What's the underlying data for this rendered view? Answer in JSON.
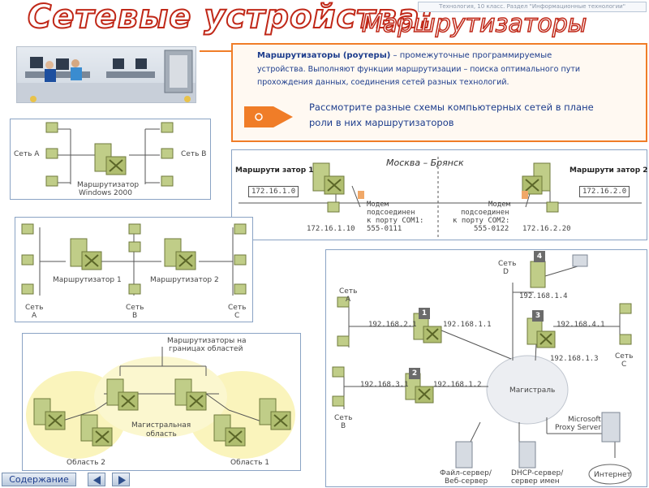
{
  "header": {
    "title": "Сетевые устройства:",
    "subtitle": "Маршрутизаторы",
    "course": "Технология, 10 класс. Раздел \"Информационные технологии\""
  },
  "info": {
    "heading": "Маршрутизаторы (роутеры)",
    "text_line1": " – промежуточные программируемые",
    "text_line2": "устройства.   Выполняют функции маршрутизации – поиска оптимального пути",
    "text_line3": "прохождения данных, соединения сетей разных технологий.",
    "call_line1": "Рассмотрите разные схемы компьютерных сетей в плане",
    "call_line2": "роли в них маршрутизаторов"
  },
  "diagram1": {
    "net_a": "Сеть А",
    "net_b": "Сеть B",
    "router_l1": "Маршрутизатор",
    "router_l2": "Windows 2000"
  },
  "diagram2": {
    "city": "Москва    –    Брянск",
    "r1": "Маршрути затор 1",
    "r2": "Маршрути затор 2",
    "ip1": "172.16.1.0",
    "ip2": "172.16.2.0",
    "host1": "172.16.1.10",
    "host2": "172.16.2.20",
    "m1_l1": "Модем",
    "m1_l2": "подсоединен",
    "m1_l3": "к порту COM1:",
    "m1_l4": "555-0111",
    "m2_l1": "Модем",
    "m2_l2": "подсоединен",
    "m2_l3": "к порту COM2:",
    "m2_l4": "555-0122"
  },
  "diagram3": {
    "router1": "Маршрутизатор 1",
    "router2": "Маршрутизатор 2",
    "net_a1": "Сеть",
    "net_a2": "А",
    "net_b1": "Сеть",
    "net_b2": "B",
    "net_c1": "Сеть",
    "net_c2": "C"
  },
  "diagram4": {
    "label_l1": "Маршрутизаторы на",
    "label_l2": "границах областей",
    "backbone_l1": "Магистральная",
    "backbone_l2": "область",
    "area2": "Область 2",
    "area1": "Область 1"
  },
  "diagram5": {
    "net_d1": "Сеть",
    "net_d2": "D",
    "net_a1": "Сеть",
    "net_a2": "А",
    "net_b1": "Сеть",
    "net_b2": "В",
    "net_c1": "Сеть",
    "net_c2": "С",
    "ip_21": "192.168.2.1",
    "ip_11": "192.168.1.1",
    "ip_31": "192.168.3.1",
    "ip_12": "192.168.1.2",
    "ip_14": "192.168.1.4",
    "ip_41": "192.168.4.1",
    "ip_13": "192.168.1.3",
    "n1": "1",
    "n2": "2",
    "n3": "3",
    "n4": "4",
    "backbone": "Магистраль",
    "proxy_l1": "Microsoft",
    "proxy_l2": "Proxy Server",
    "fs_l1": "Файл-сервер/",
    "fs_l2": "Веб-сервер",
    "dhcp_l1": "DHCP-сервер/",
    "dhcp_l2": "сервер имен",
    "internet": "Интернет"
  },
  "nav": {
    "contents": "Содержание"
  },
  "colors": {
    "accent": "#f07d28",
    "title_outline": "#c02818",
    "panel_border": "#8aa3c4",
    "text_blue": "#1c3c8c"
  }
}
